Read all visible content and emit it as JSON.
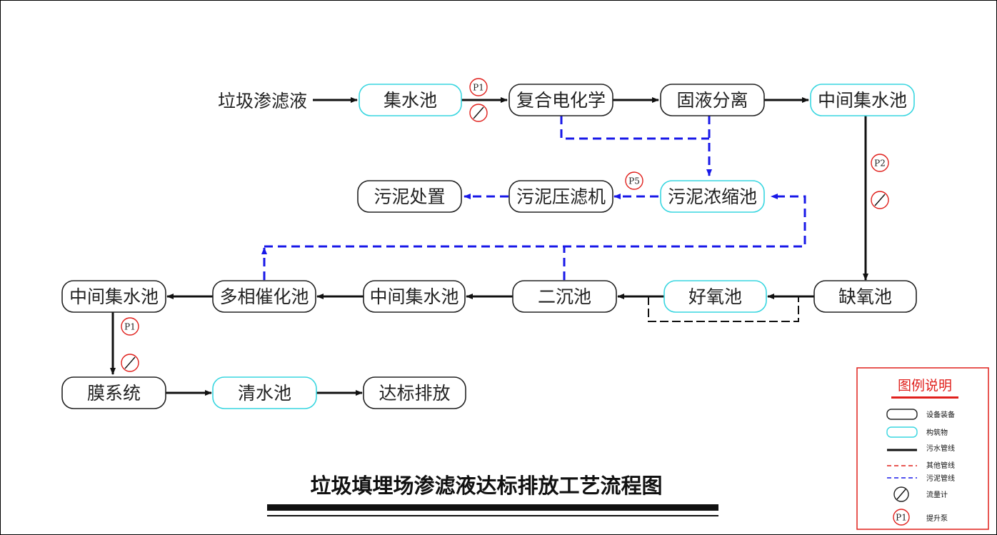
{
  "source_label": "垃圾渗滤液",
  "nodes": {
    "collect_tank": "集水池",
    "electrochem": "复合电化学",
    "solid_liquid": "固液分离",
    "mid_tank_1": "中间集水池",
    "sludge_thickener": "污泥浓缩池",
    "sludge_press": "污泥压滤机",
    "sludge_disposal": "污泥处置",
    "anoxic": "缺氧池",
    "aerobic": "好氧池",
    "secondary_settler": "二沉池",
    "mid_tank_2": "中间集水池",
    "catalytic": "多相催化池",
    "mid_tank_3": "中间集水池",
    "membrane": "膜系统",
    "clean_tank": "清水池",
    "discharge": "达标排放"
  },
  "pumps": {
    "p1_top": "P1",
    "p2": "P2",
    "p5": "P5",
    "p1_left": "P1"
  },
  "title": "垃圾填埋场渗滤液达标排放工艺流程图",
  "legend": {
    "heading": "图例说明",
    "items": {
      "equipment": "设备装备",
      "structure": "构筑物",
      "sewage_line": "污水管线",
      "other_line": "其他管线",
      "sludge_line": "污泥管线",
      "flowmeter": "流量计",
      "pump": "提升泵"
    },
    "pump_symbol": "P1"
  },
  "colors": {
    "equipment_stroke": "#222222",
    "structure_stroke": "#38d6e0",
    "sewage_line": "#111111",
    "sludge_line": "#1818e8",
    "other_line_legend": "#e0201c",
    "legend_accent": "#e0201c"
  }
}
